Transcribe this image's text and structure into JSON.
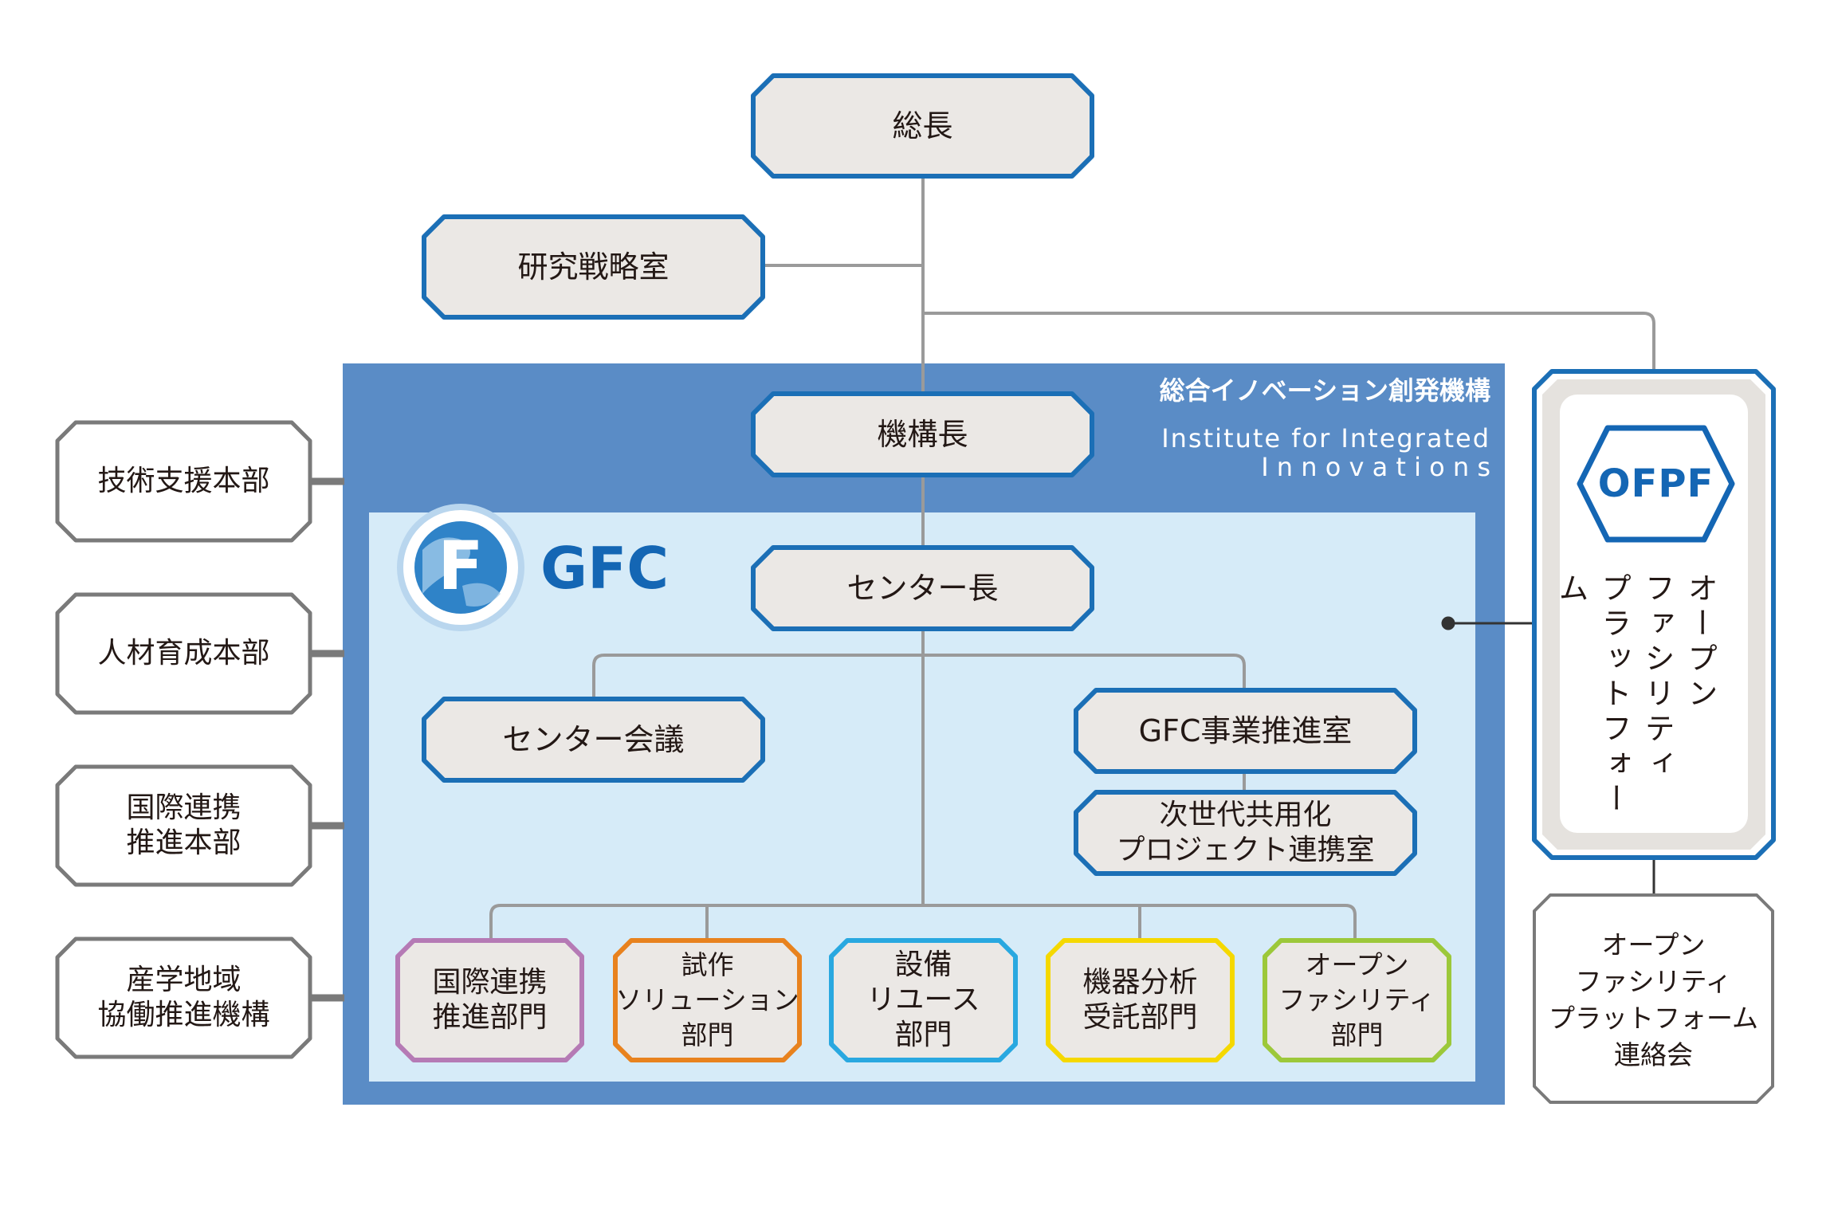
{
  "top": {
    "president": "総長",
    "strategy_office": "研究戦略室"
  },
  "institute": {
    "name_ja": "総合イノベーション創発機構",
    "name_en_line1": "Institute for Integrated",
    "name_en_line2": "I n n o v a t i o n s",
    "director": "機構長"
  },
  "gfc": {
    "logo_text": "GFC",
    "logo_letter": "F",
    "center_director": "センター長",
    "center_meeting": "センター会議",
    "promotion_office": "GFC事業推進室",
    "next_gen_office": "次世代共用化\nプロジェクト連携室",
    "departments": [
      {
        "label": "国際連携\n推進部門",
        "color": "#b57ab5"
      },
      {
        "label": "試作\nソリューション\n部門",
        "color": "#e8821e"
      },
      {
        "label": "設備\nリユース\n部門",
        "color": "#29a8e0"
      },
      {
        "label": "機器分析\n受託部門",
        "color": "#f5d800"
      },
      {
        "label": "オープン\nファシリティ\n部門",
        "color": "#9cc83a"
      }
    ]
  },
  "left_units": [
    "技術支援本部",
    "人材育成本部",
    "国際連携\n推進本部",
    "産学地域\n協働推進機構"
  ],
  "ofpf": {
    "logo_text": "OFPF",
    "vertical_lines": [
      "オープン",
      "ファシリティ",
      "プラットフォーム"
    ],
    "council": "オープン\nファシリティ\nプラットフォーム\n連絡会"
  },
  "colors": {
    "institute_bg": "#5a8cc6",
    "gfc_bg": "#d6ebf8",
    "node_fill": "#ebe8e5",
    "node_border": "#1b6fb6",
    "connector": "#9a9a9a",
    "left_border": "#7a7a7a",
    "logo_blue": "#1466b4"
  }
}
